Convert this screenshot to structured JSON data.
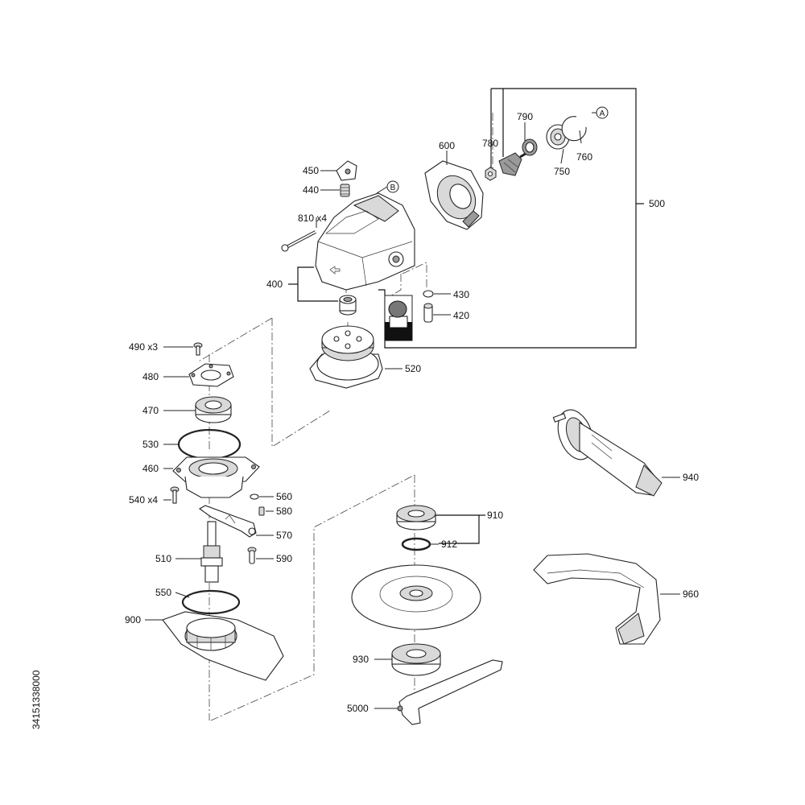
{
  "document_id": "34151338000",
  "callouts": {
    "c450": "450",
    "c440": "440",
    "c810": "810 x4",
    "c400": "400",
    "c600": "600",
    "c780": "780",
    "c790": "790",
    "c750": "750",
    "c760": "760",
    "c500": "500",
    "c430": "430",
    "c420": "420",
    "c520": "520",
    "c490": "490 x3",
    "c480": "480",
    "c470": "470",
    "c530": "530",
    "c460": "460",
    "c540": "540 x4",
    "c560": "560",
    "c580": "580",
    "c570": "570",
    "c510": "510",
    "c590": "590",
    "c550": "550",
    "c900": "900",
    "c910": "910",
    "c912": "912",
    "c930": "930",
    "c5000": "5000",
    "c940": "940",
    "c960": "960"
  },
  "markers": {
    "a": "A",
    "b": "B"
  }
}
